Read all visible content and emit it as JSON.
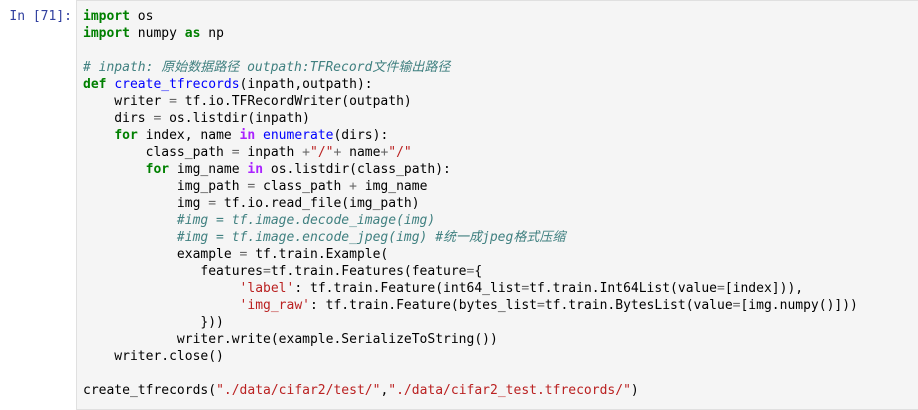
{
  "cell": {
    "prompt": "In [71]:"
  },
  "code": {
    "l1": {
      "kw": "import",
      "t1": " os"
    },
    "l2": {
      "kw": "import",
      "t1": " numpy ",
      "kw2": "as",
      "t2": " np"
    },
    "l4": {
      "comment": "# inpath: 原始数据路径 outpath:TFRecord文件输出路径"
    },
    "l5": {
      "kw": "def",
      "fn": "create_tfrecords",
      "t1": "(inpath,outpath):"
    },
    "l6": {
      "t1": "    writer ",
      "eq": "=",
      "t2": " tf.io.TFRecordWriter(outpath)"
    },
    "l7": {
      "t1": "    dirs ",
      "eq": "=",
      "t2": " os.listdir(inpath)"
    },
    "l8": {
      "ind": "    ",
      "kw": "for",
      "t1": " index, name ",
      "op": "in",
      "fn": " enumerate",
      "t2": "(dirs):"
    },
    "l9": {
      "t1": "        class_path ",
      "eq": "=",
      "t2": " inpath ",
      "eq2": "+",
      "s1": "\"/\"",
      "eq3": "+",
      "t3": " name",
      "eq4": "+",
      "s2": "\"/\""
    },
    "l10": {
      "ind": "        ",
      "kw": "for",
      "t1": " img_name ",
      "op": "in",
      "t2": " os.listdir(class_path):"
    },
    "l11": {
      "t1": "            img_path ",
      "eq": "=",
      "t2": " class_path ",
      "eq2": "+",
      "t3": " img_name"
    },
    "l12": {
      "t1": "            img ",
      "eq": "=",
      "t2": " tf.io.read_file(img_path)"
    },
    "l13": {
      "ind": "            ",
      "comment": "#img = tf.image.decode_image(img)"
    },
    "l14": {
      "ind": "            ",
      "comment": "#img = tf.image.encode_jpeg(img) #统一成jpeg格式压缩"
    },
    "l15": {
      "t1": "            example ",
      "eq": "=",
      "t2": " tf.train.Example("
    },
    "l16": {
      "t1": "               features",
      "eq": "=",
      "t2": "tf.train.Features(feature",
      "eq2": "=",
      "t3": "{"
    },
    "l17": {
      "ind": "                    ",
      "s1": "'label'",
      "t1": ": tf.train.Feature(int64_list",
      "eq": "=",
      "t2": "tf.train.Int64List(value",
      "eq2": "=",
      "t3": "[index])),"
    },
    "l18": {
      "ind": "                    ",
      "s1": "'img_raw'",
      "t1": ": tf.train.Feature(bytes_list",
      "eq": "=",
      "t2": "tf.train.BytesList(value",
      "eq2": "=",
      "t3": "[img.numpy()]))"
    },
    "l19": {
      "t1": "               }))"
    },
    "l20": {
      "t1": "            writer.write(example.SerializeToString())"
    },
    "l21": {
      "t1": "    writer.close()"
    },
    "l23": {
      "t1": "create_tfrecords(",
      "s1": "\"./data/cifar2/test/\"",
      "t2": ",",
      "s2": "\"./data/cifar2_test.tfrecords/\"",
      "t3": ")"
    }
  }
}
